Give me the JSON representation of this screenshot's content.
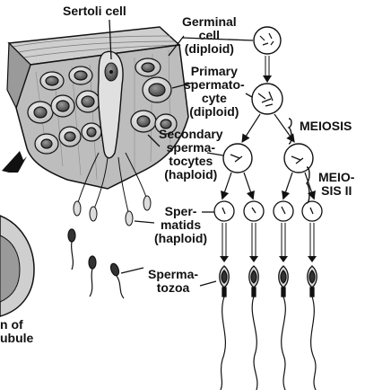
{
  "labels": {
    "sertoli": "Sertoli cell",
    "germinal": [
      "Germinal",
      "cell",
      "(diploid)"
    ],
    "primary": [
      "Primary",
      "spermato-",
      "cyte",
      "(diploid)"
    ],
    "secondary": [
      "Secondary",
      "sperma-",
      "tocytes",
      "(haploid)"
    ],
    "spermatids": [
      "Sper-",
      "matids",
      "(haploid)"
    ],
    "spermatozoa": [
      "Sperma-",
      "tozoa"
    ],
    "meiosis": "MEIOSIS",
    "meiosis2": [
      "MEIO-",
      "SIS II"
    ],
    "cut_left": [
      "n of",
      "ubule"
    ]
  },
  "colors": {
    "ink": "#111111",
    "cell_fill": "#dcdcdc",
    "tissue": "#b8b8b8",
    "nucleus": "#6a6a6a"
  }
}
